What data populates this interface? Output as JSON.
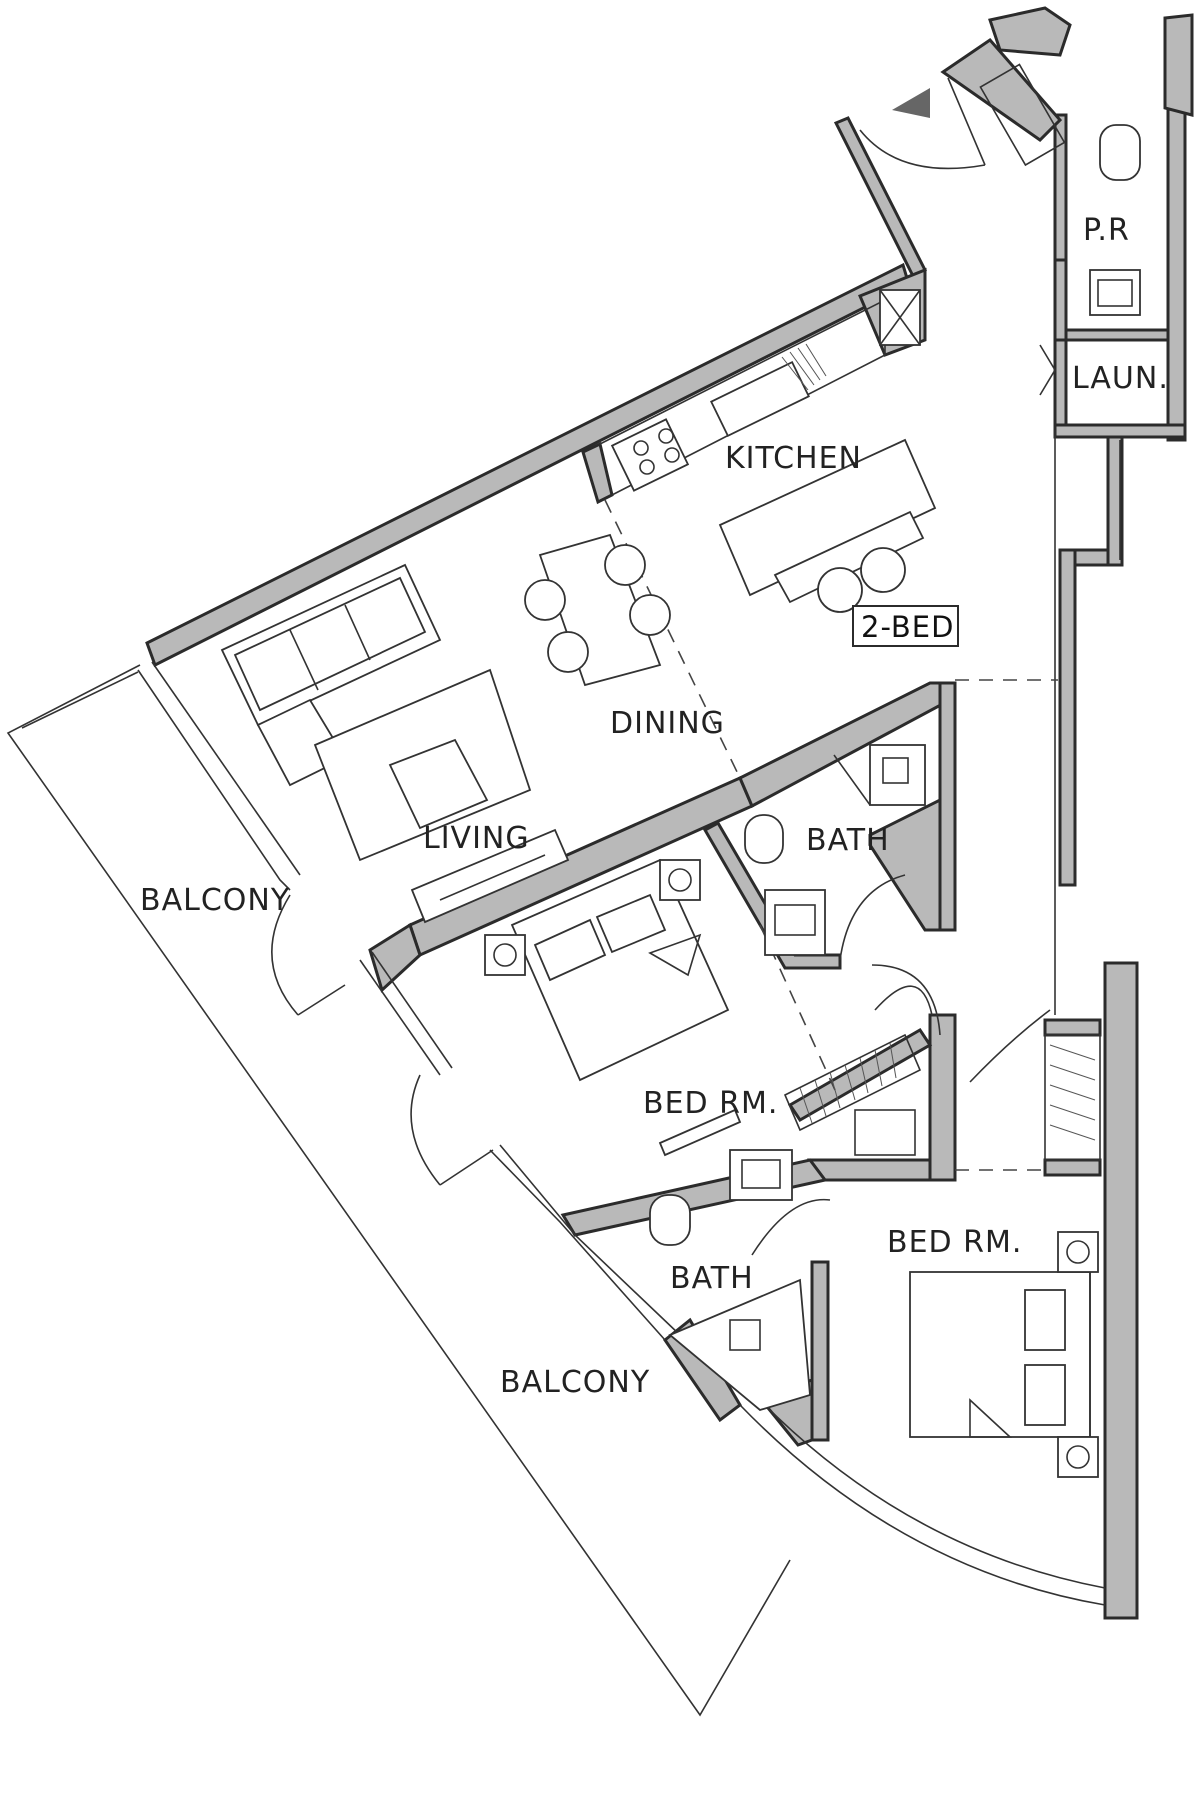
{
  "plan": {
    "badge": "2-BED",
    "rooms": {
      "powder_room": "P.R",
      "laundry": "LAUN.",
      "kitchen": "KITCHEN",
      "dining": "DINING",
      "living": "LIVING",
      "bath_1": "BATH",
      "bath_2": "BATH",
      "bedroom_1": "BED RM.",
      "bedroom_2": "BED RM.",
      "balcony_1": "BALCONY",
      "balcony_2": "BALCONY"
    },
    "colors": {
      "wall_fill": "#b9b9b9",
      "line": "#2b2b2b",
      "background": "#ffffff"
    }
  }
}
